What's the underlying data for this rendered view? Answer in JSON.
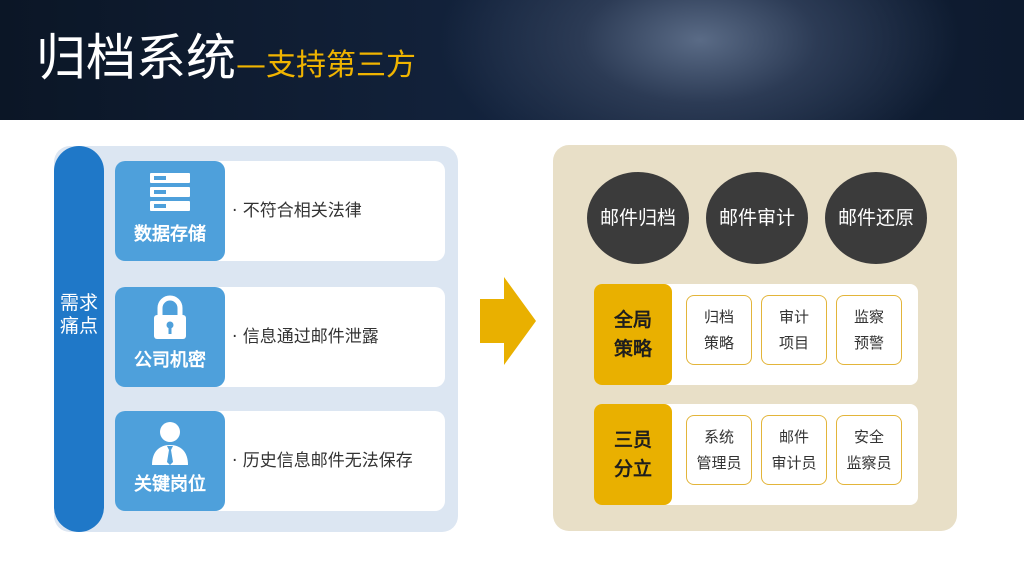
{
  "header": {
    "title_main": "归档系统",
    "title_sub": "—支持第三方"
  },
  "left": {
    "pain_label": "需求痛点",
    "needs": [
      {
        "title": "数据存储",
        "icon": "server-icon",
        "desc": "· 不符合相关法律"
      },
      {
        "title": "公司机密",
        "icon": "lock-icon",
        "desc": "· 信息通过邮件泄露"
      },
      {
        "title": "关键岗位",
        "icon": "person-icon",
        "desc": "· 历史信息邮件无法保存"
      }
    ]
  },
  "arrow_icon": "arrow-right-icon",
  "right": {
    "circles": [
      "邮件归档",
      "邮件审计",
      "邮件还原"
    ],
    "groups": [
      {
        "title_line1": "全局",
        "title_line2": "策略",
        "items": [
          {
            "line1": "归档",
            "line2": "策略"
          },
          {
            "line1": "审计",
            "line2": "项目"
          },
          {
            "line1": "监察",
            "line2": "预警"
          }
        ]
      },
      {
        "title_line1": "三员",
        "title_line2": "分立",
        "items": [
          {
            "line1": "系统",
            "line2": "管理员"
          },
          {
            "line1": "邮件",
            "line2": "审计员"
          },
          {
            "line1": "安全",
            "line2": "监察员"
          }
        ]
      }
    ]
  },
  "colors": {
    "header_bg": "#13233d",
    "title_accent": "#f0b400",
    "blue_bar": "#1f78c8",
    "blue_tile": "#4ea0db",
    "left_panel": "#dce6f2",
    "right_panel": "#e8dfc7",
    "gold": "#e9b000",
    "circle": "#3b3b3b"
  }
}
